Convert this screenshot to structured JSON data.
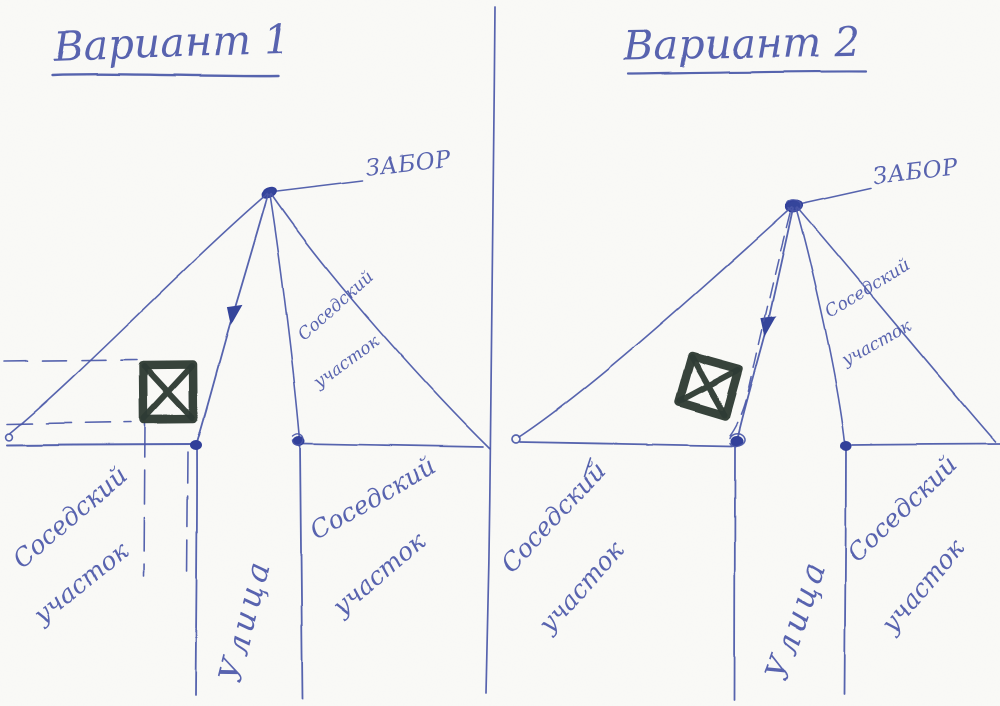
{
  "colors": {
    "paper": "#f7f7f4",
    "ink": "#4a57a8",
    "ink_dark": "#31409a",
    "marker": "#2e3b34"
  },
  "variant1": {
    "title": "Вариант 1",
    "fence_label": "ЗАБОР",
    "neighbor_plot_inner": {
      "line1": "Соседский",
      "line2": "участок"
    },
    "neighbor_plot_left": {
      "line1": "Соседский",
      "line2": "участок"
    },
    "neighbor_plot_right": {
      "line1": "Соседский",
      "line2": "участок"
    },
    "street_label": "Улица"
  },
  "variant2": {
    "title": "Вариант 2",
    "fence_label": "ЗАБОР",
    "neighbor_plot_inner": {
      "line1": "Соседский",
      "line2": "участок"
    },
    "neighbor_plot_left": {
      "line1": "Соседский",
      "line2": "участок"
    },
    "neighbor_plot_right": {
      "line1": "Соседский",
      "line2": "участок"
    },
    "street_label": "Улица"
  }
}
